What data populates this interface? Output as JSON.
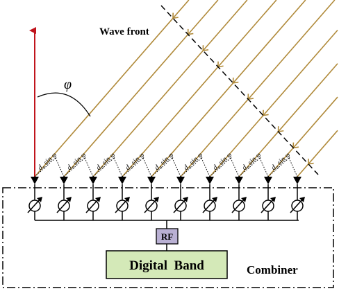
{
  "labels": {
    "wave_front": "Wave front",
    "angle_symbol": "φ",
    "path_diff_main": "sin φ",
    "path_diff_sub": "d",
    "path_diff_subscript": "a",
    "rf": "RF",
    "digital_band": "Digital  Band",
    "combiner": "Combiner"
  },
  "antenna_count": 10,
  "path_label_count": 9,
  "colors": {
    "ray": "#b08a3a",
    "arrow_up": "#c0141c",
    "rf_box_fill": "#b9b0d3",
    "digital_band_fill": "#d4e9b8",
    "line": "#000000"
  }
}
